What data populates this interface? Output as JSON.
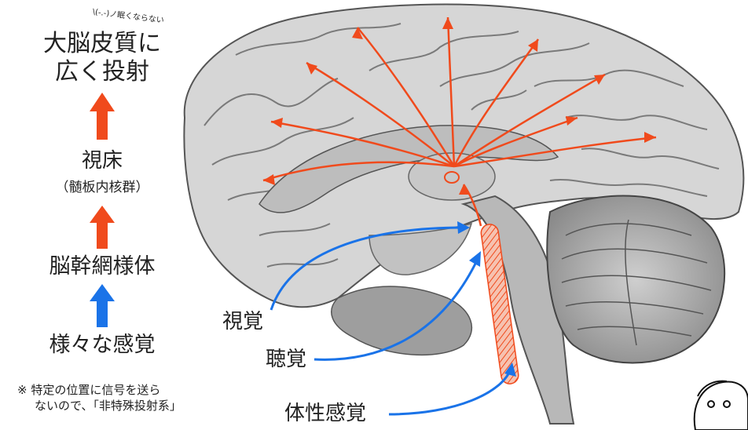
{
  "face_note": "\\(-.-)ノ眠くならない",
  "chain": {
    "top_line1": "大脳皮質に",
    "top_line2": "広く投射",
    "thalamus": "視床",
    "thalamus_sub": "（髄板内核群）",
    "reticular": "脳幹網様体",
    "senses": "様々な感覚"
  },
  "note_line1": "※ 特定の位置に信号を送ら",
  "note_line2": "ないので、「非特殊投射系」",
  "sense_labels": {
    "visual": "視覚",
    "auditory": "聴覚",
    "somatic": "体性感覚"
  },
  "colors": {
    "projection": "#f04a1c",
    "input": "#1a73e8",
    "brain_fill": "#d9d9d9",
    "brain_dark": "#6a6a6a"
  }
}
